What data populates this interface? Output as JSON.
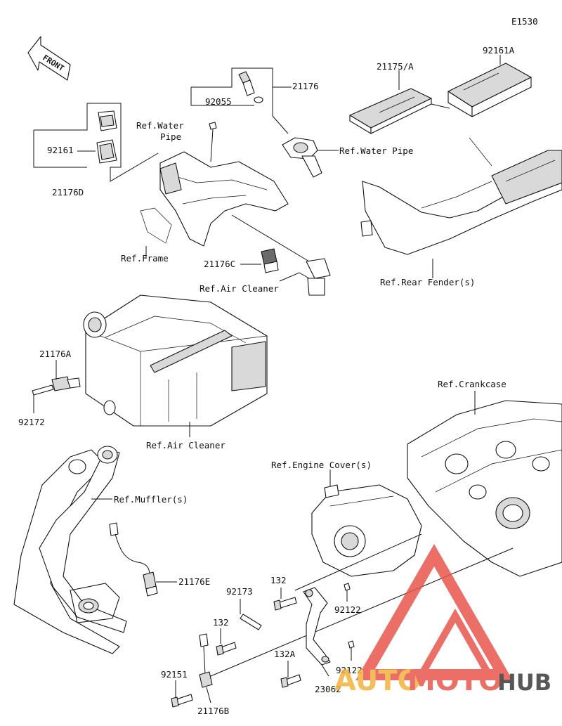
{
  "diagram_id": "E1530",
  "front_label": "FRONT",
  "parts": {
    "p21176": "21176",
    "p92055": "92055",
    "p92161": "92161",
    "p21176D": "21176D",
    "p21175A": "21175/A",
    "p92161A": "92161A",
    "p21176C": "21176C",
    "p21176A": "21176A",
    "p92172": "92172",
    "p21176E": "21176E",
    "p92173": "92173",
    "p132_upper": "132",
    "p132_lower": "132",
    "p92122_upper": "92122",
    "p92122_lower": "92122",
    "p132A": "132A",
    "p92151": "92151",
    "p21176B": "21176B",
    "p23062": "23062"
  },
  "refs": {
    "water_pipe_left_1": "Ref.Water",
    "water_pipe_left_2": "Pipe",
    "water_pipe_right": "Ref.Water Pipe",
    "frame": "Ref.Frame",
    "air_cleaner_upper": "Ref.Air Cleaner",
    "air_cleaner_lower": "Ref.Air Cleaner",
    "rear_fender": "Ref.Rear Fender(s)",
    "crankcase": "Ref.Crankcase",
    "engine_cover": "Ref.Engine Cover(s)",
    "muffler": "Ref.Muffler(s)"
  },
  "watermark": {
    "text_auto": "AUTO",
    "text_moto": "MOTO",
    "text_hub": "HUB",
    "color_red": "#e8554d",
    "color_yellow": "#f2b33d",
    "color_dark": "#3a3a3a"
  }
}
